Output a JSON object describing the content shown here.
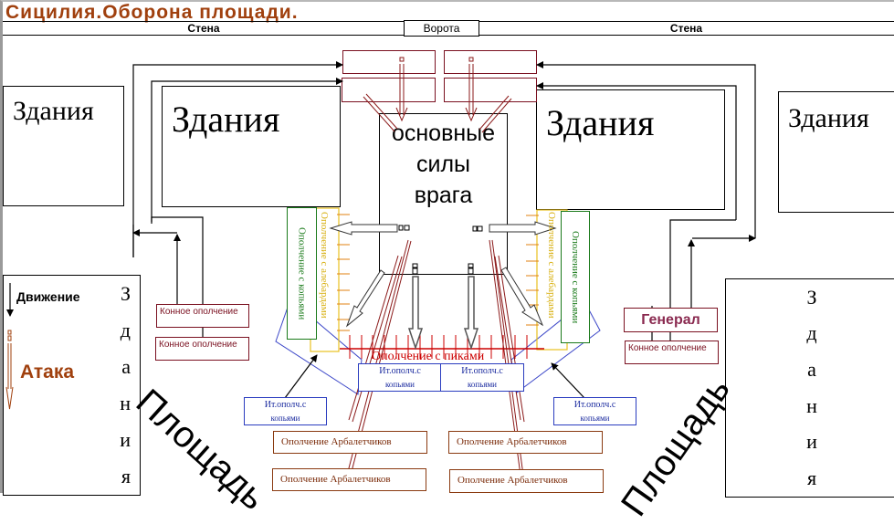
{
  "title": "Сицилия.Оборона площади.",
  "wall": {
    "left_label": "Стена",
    "gate_label": "Ворота",
    "right_label": "Стена"
  },
  "buildings": {
    "far_left": "Здания",
    "inner_left": "Здания",
    "inner_right": "Здания",
    "far_right": "Здания",
    "bottom_left_letters": [
      "З",
      "д",
      "а",
      "н",
      "и",
      "я"
    ],
    "bottom_right_letters": [
      "З",
      "д",
      "а",
      "н",
      "и",
      "я"
    ]
  },
  "enemy": {
    "lines": [
      "основные",
      "силы",
      "врага"
    ]
  },
  "legend": {
    "movement": "Движение",
    "attack": "Атака"
  },
  "square_labels": {
    "left": "Площадь",
    "right": "Площадь"
  },
  "units": {
    "spears_left": "Ополчение с копьями",
    "halberds_left": "Ополчение с алебардами",
    "halberds_right": "Ополчение с алебардами",
    "spears_right": "Ополчение с копьями",
    "pikes": "Ополчение с пиками",
    "cavalry_left_1": "Конное ополчение",
    "cavalry_left_2": "Конное ополчение",
    "cavalry_right": "Конное ополчение",
    "general": "Генерал",
    "it_spears_center_left": [
      "Ит.ополч.с",
      "копьями"
    ],
    "it_spears_center_right": [
      "Ит.ополч.с",
      "копьями"
    ],
    "it_spears_left": [
      "Ит.ополч.с",
      "копьями"
    ],
    "it_spears_right": [
      "Ит.ополч.с",
      "копьями"
    ],
    "crossbow_1": "Ополчение Арбалетчиков",
    "crossbow_2": "Ополчение Арбалетчиков",
    "crossbow_3": "Ополчение Арбалетчиков",
    "crossbow_4": "Ополчение Арбалетчиков"
  },
  "colors": {
    "title": "#a0400e",
    "attack_arrow": "#8b1a1a",
    "pikes": "#cc0000",
    "halberds": "#e8c020",
    "spears": "#1a7a1a",
    "italian": "#2a3cbf",
    "crossbow": "#8a3a10",
    "cavalry": "#7a1020",
    "general": "#8a2a50"
  }
}
